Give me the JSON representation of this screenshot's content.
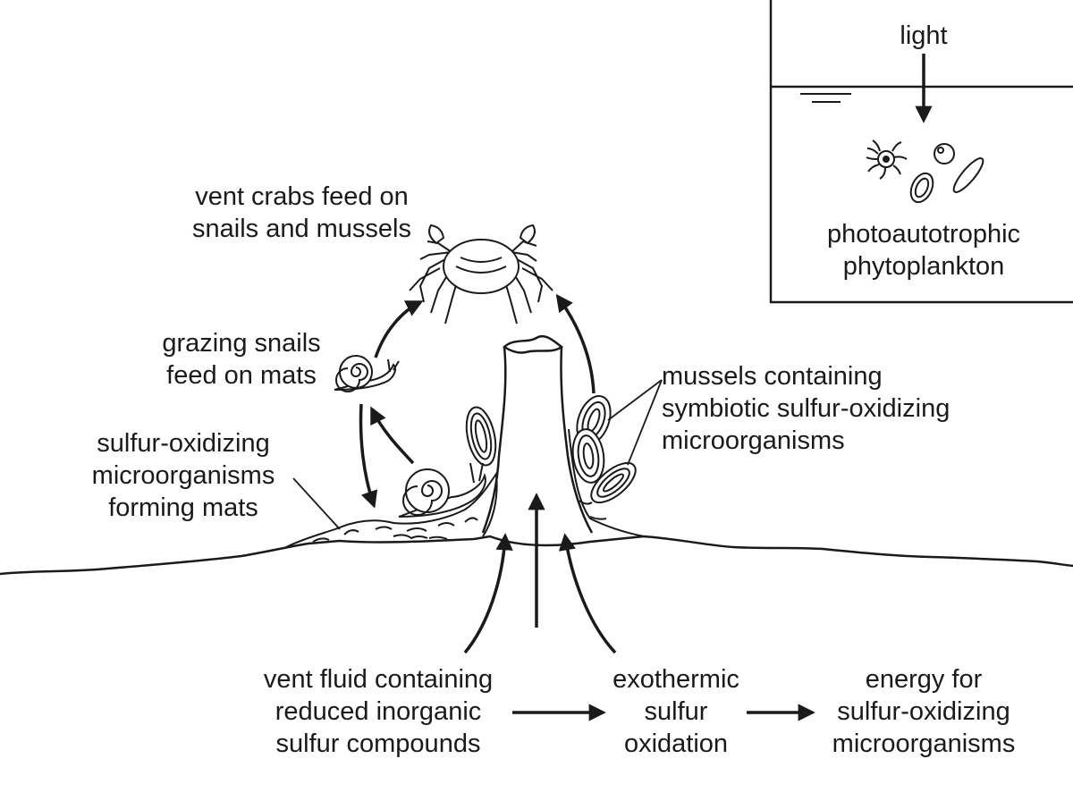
{
  "labels": {
    "light": "light",
    "phytoplankton": [
      "photoautotrophic",
      "phytoplankton"
    ],
    "crabs": [
      "vent crabs feed on",
      "snails and mussels"
    ],
    "snails": [
      "grazing snails",
      "feed on mats"
    ],
    "mats": [
      "sulfur-oxidizing",
      "microorganisms",
      "forming mats"
    ],
    "mussels": [
      "mussels containing",
      "symbiotic sulfur-oxidizing",
      "microorganisms"
    ],
    "vent_fluid": [
      "vent fluid containing",
      "reduced inorganic",
      "sulfur compounds"
    ],
    "oxidation": [
      "exothermic",
      "sulfur",
      "oxidation"
    ],
    "energy": [
      "energy for",
      "sulfur-oxidizing",
      "microorganisms"
    ]
  },
  "colors": {
    "ink": "#1a1a1a",
    "paper": "#ffffff"
  }
}
